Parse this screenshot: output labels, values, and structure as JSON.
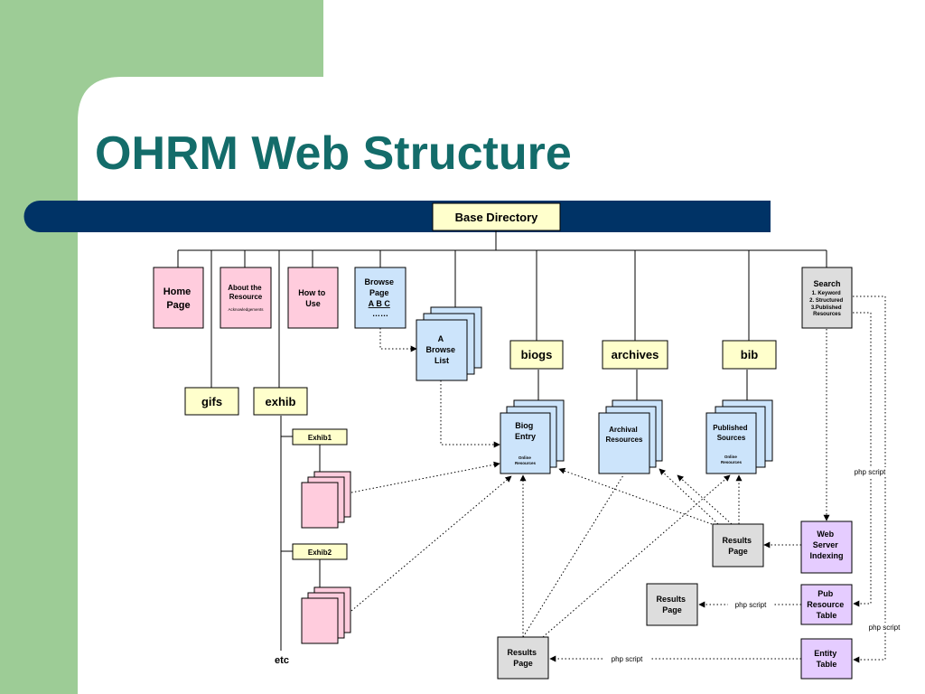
{
  "slide": {
    "title": "OHRM Web Structure",
    "colors": {
      "accent_green": "#9dcc96",
      "title_teal": "#136c6a",
      "band_navy": "#003366",
      "yellow_box": "#ffffcc",
      "pink_box": "#ffccdd",
      "blue_box": "#cce4fb",
      "gray_box": "#dddddd",
      "lavender_box": "#e5ccff"
    }
  },
  "diagram": {
    "base_directory": "Base Directory",
    "home_page": [
      "Home",
      "Page"
    ],
    "about": {
      "lines": [
        "About the",
        "Resource"
      ],
      "sub": "Acknowledgements"
    },
    "how_to_use": [
      "How to",
      "Use"
    ],
    "browse_page": {
      "lines": [
        "Browse",
        "Page",
        "A B C",
        "……"
      ]
    },
    "search": {
      "lines": [
        "Search"
      ],
      "sub": [
        "1. Keyword",
        "2. Structured",
        "3.Published",
        "Resources"
      ]
    },
    "gifs": "gifs",
    "exhib": "exhib",
    "exhib1": "Exhib1",
    "exhib2": "Exhib2",
    "etc": "etc",
    "a_browse_list": [
      "A",
      "Browse",
      "List"
    ],
    "biogs": "biogs",
    "archives": "archives",
    "bib": "bib",
    "biog_entry": {
      "lines": [
        "Biog",
        "Entry"
      ],
      "sub": [
        "Online",
        "Resources"
      ]
    },
    "archival_resources": [
      "Archival",
      "Resources"
    ],
    "published_sources": {
      "lines": [
        "Published",
        "Sources"
      ],
      "sub": [
        "Online",
        "Resources"
      ]
    },
    "results_page": [
      "Results",
      "Page"
    ],
    "web_server_indexing": [
      "Web",
      "Server",
      "Indexing"
    ],
    "pub_resource_table": [
      "Pub",
      "Resource",
      "Table"
    ],
    "entity_table": [
      "Entity",
      "Table"
    ],
    "php_script": "php script"
  }
}
